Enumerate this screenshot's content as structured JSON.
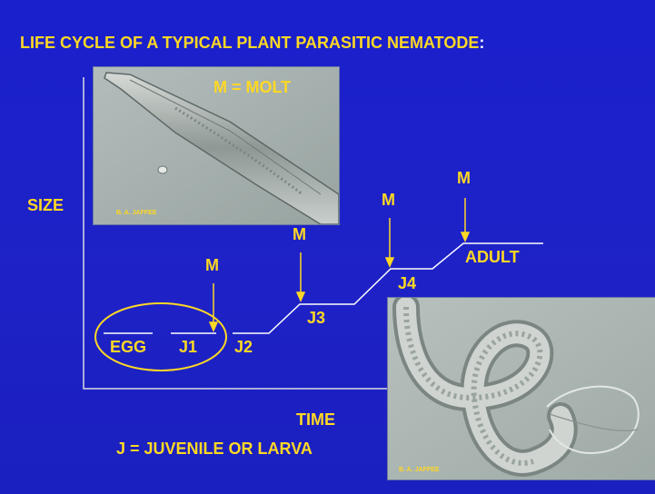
{
  "title": {
    "text": "LIFE CYCLE OF A TYPICAL PLANT PARASITIC NEMATODE",
    "colon": ":"
  },
  "axes": {
    "y_label": "SIZE",
    "x_label": "TIME"
  },
  "legend": {
    "juvenile": "J = JUVENILE OR LARVA",
    "molt": "M = MOLT"
  },
  "stages": [
    {
      "label": "EGG"
    },
    {
      "label": "J1"
    },
    {
      "label": "J2"
    },
    {
      "label": "J3"
    },
    {
      "label": "J4"
    },
    {
      "label": "ADULT"
    }
  ],
  "molt_marks": [
    "M",
    "M",
    "M",
    "M"
  ],
  "photos": [
    {
      "credit": "B. A. JAFFEE"
    },
    {
      "credit": "B. A. JAFFEE"
    }
  ],
  "colors": {
    "background": "#1b1fc9",
    "text": "#ffd824",
    "lines": "#ffffff"
  }
}
